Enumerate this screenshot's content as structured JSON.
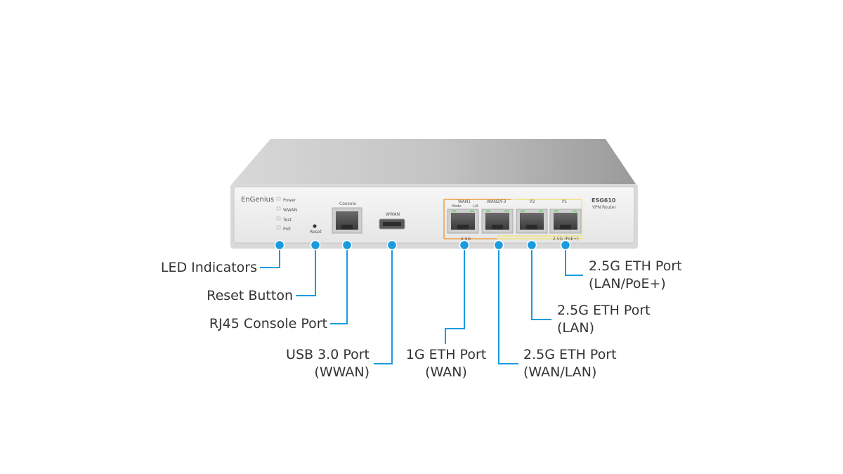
{
  "device": {
    "brand": "EnGenius",
    "model": "ESG610",
    "model_subtitle": "VPN Router",
    "led_labels": [
      "Power",
      "WWAN",
      "Test",
      "PoE"
    ],
    "reset_label": "Reset",
    "console_label": "Console",
    "usb_label": "WWAN",
    "port_labels": [
      "WAN1",
      "WAN2/F3",
      "P2",
      "P1"
    ],
    "port_sub_labels": [
      "Mode",
      "L/A"
    ],
    "speed_label_left": "2.5G",
    "speed_label_right": "2.5G (PoE+)",
    "colors": {
      "orange_bracket": "#f0a040",
      "yellow_bracket": "#f2e27a",
      "callout_blue": "#1a9be0"
    }
  },
  "callouts": {
    "led_indicators": "LED Indicators",
    "reset_button": "Reset Button",
    "rj45_console": "RJ45 Console Port",
    "usb": {
      "line1": "USB 3.0 Port",
      "line2": "(WWAN)"
    },
    "eth_wan": {
      "line1": "1G ETH Port",
      "line2": "(WAN)"
    },
    "eth_wan_lan": {
      "line1": "2.5G ETH Port",
      "line2": "(WAN/LAN)"
    },
    "eth_lan": {
      "line1": "2.5G ETH Port",
      "line2": "(LAN)"
    },
    "eth_lan_poe": {
      "line1": "2.5G ETH Port",
      "line2": "(LAN/PoE+)"
    }
  }
}
